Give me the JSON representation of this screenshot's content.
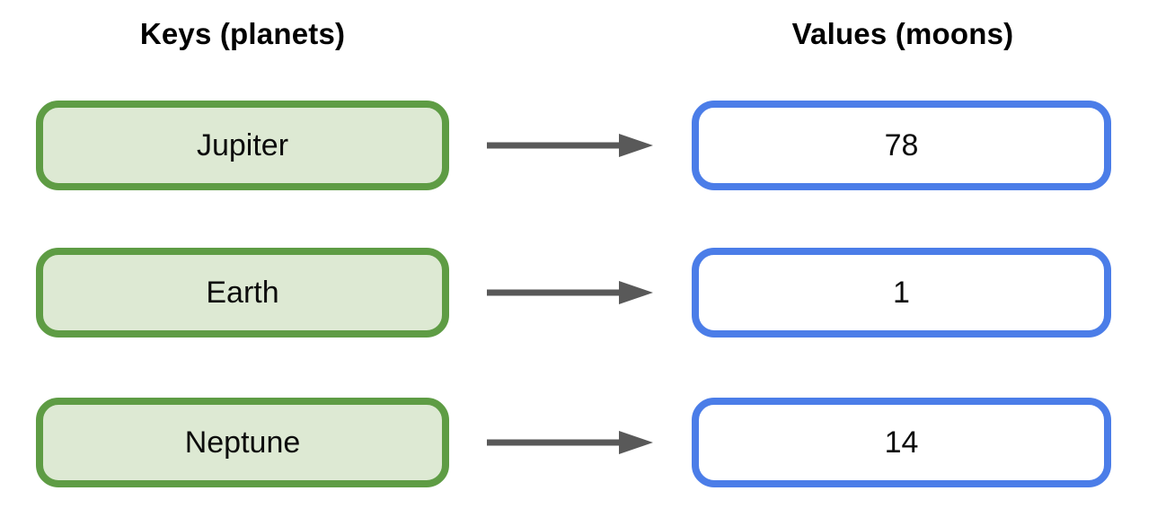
{
  "diagram": {
    "title_left": "Keys (planets)",
    "title_right": "Values (moons)",
    "pairs": [
      {
        "key": "Jupiter",
        "value": "78"
      },
      {
        "key": "Earth",
        "value": "1"
      },
      {
        "key": "Neptune",
        "value": "14"
      }
    ],
    "colors": {
      "key_box_border": "#5e9c44",
      "key_box_fill": "#dde9d3",
      "value_box_border": "#4b7de8",
      "value_box_fill": "#ffffff",
      "arrow": "#595959",
      "text": "#000000"
    }
  }
}
